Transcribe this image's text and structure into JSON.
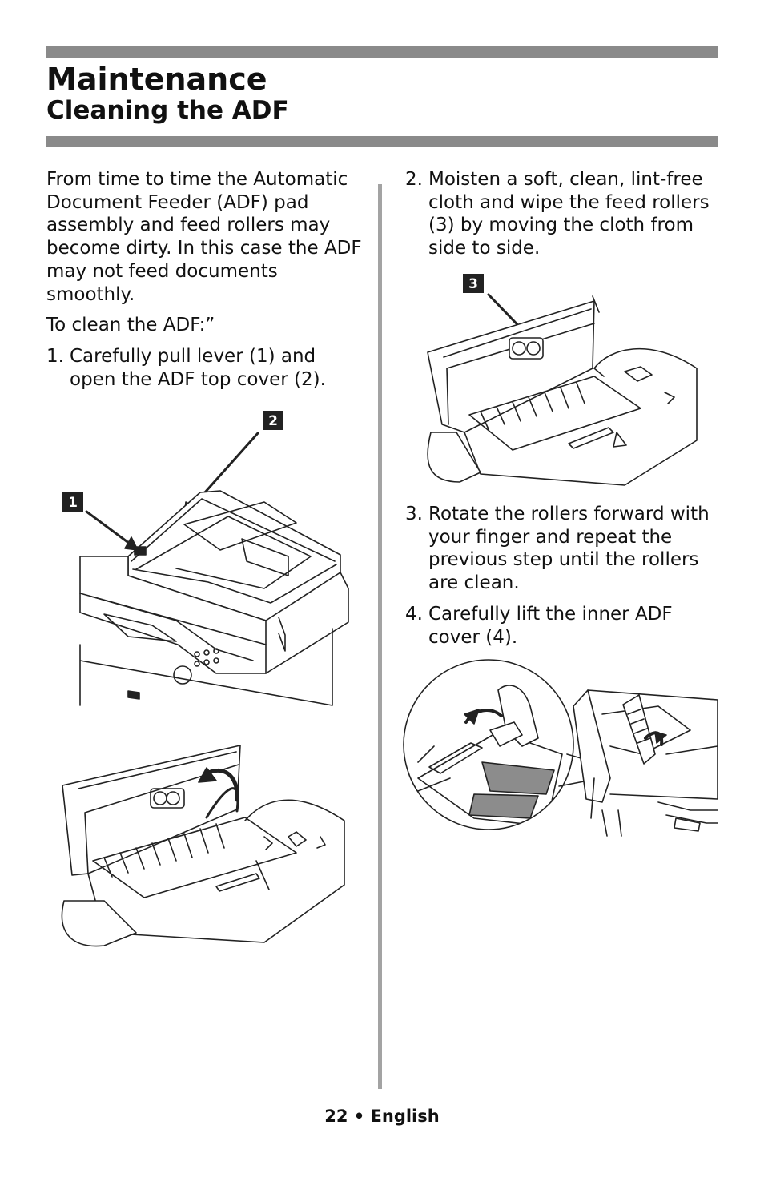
{
  "header": {
    "title": "Maintenance",
    "subtitle": "Cleaning the ADF"
  },
  "left_column": {
    "intro": "From time to time the Automatic Document Feeder (ADF) pad assembly and feed rollers may become dirty. In this case the ADF may not feed documents smoothly.",
    "lead": "To clean the ADF:”",
    "step1": {
      "num": "1.",
      "text": "Carefully pull lever (1) and open the ADF top cover (2)."
    }
  },
  "right_column": {
    "step2": {
      "num": "2.",
      "text": "Moisten a soft, clean, lint-free cloth and wipe the feed rollers (3) by moving the cloth from side to side."
    },
    "step3": {
      "num": "3.",
      "text": "Rotate the rollers forward with your finger and repeat the previous step until the rollers are clean."
    },
    "step4": {
      "num": "4.",
      "text": "Carefully lift the inner ADF cover (4)."
    }
  },
  "figures": {
    "callout_1": "1",
    "callout_2": "2",
    "callout_3": "3"
  },
  "footer": {
    "page": "22 • English"
  }
}
